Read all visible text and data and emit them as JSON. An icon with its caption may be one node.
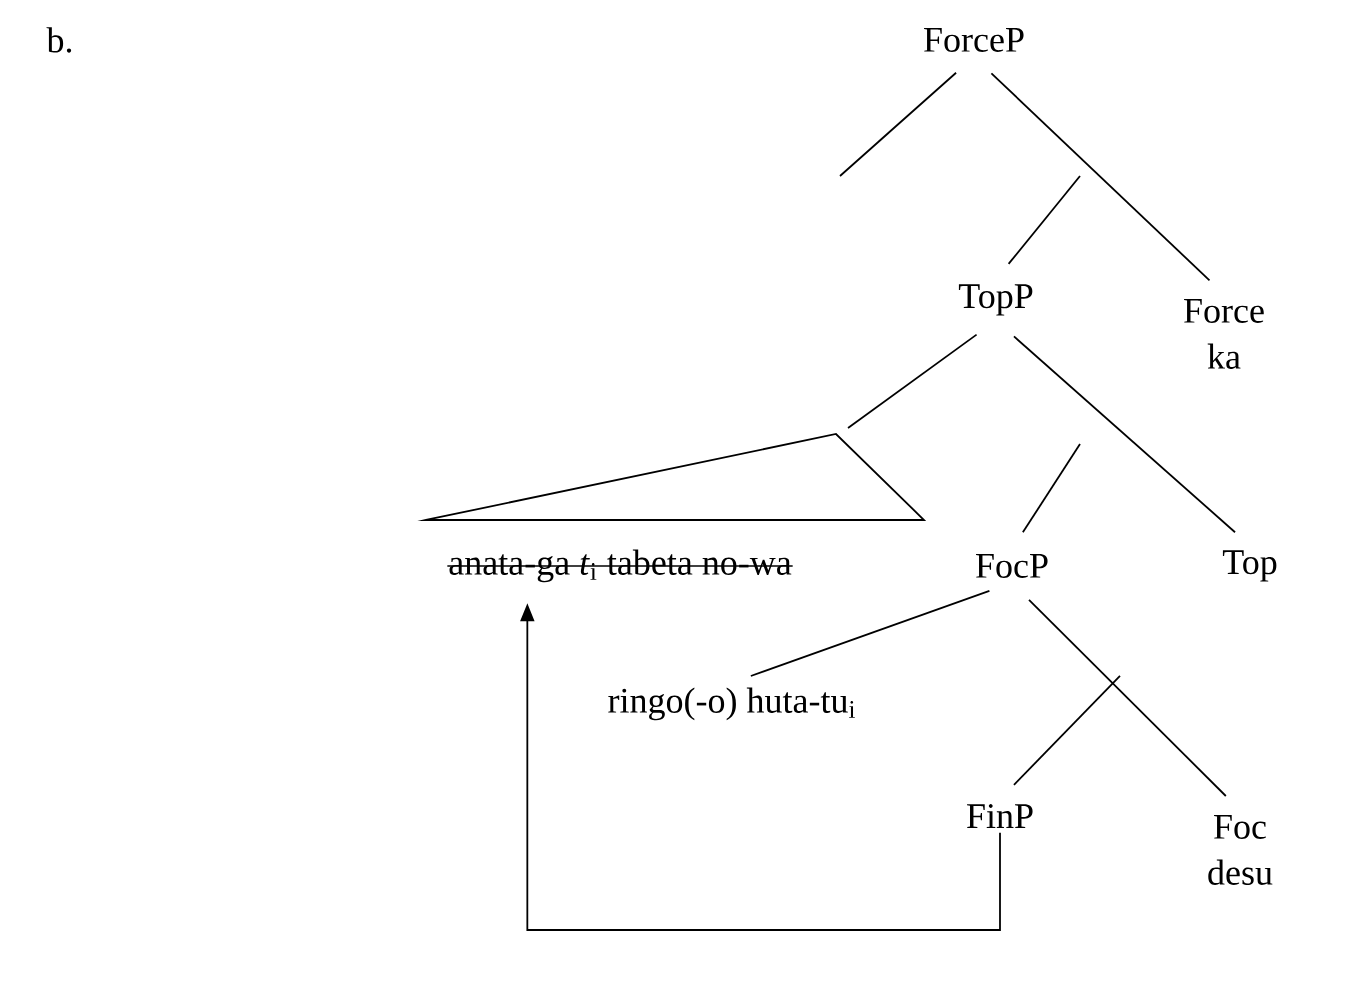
{
  "diagram": {
    "nodes": [
      {
        "text": [
          "ForceP"
        ]
      },
      {
        "text": [
          "TopP"
        ]
      },
      {
        "text": [
          "Force",
          "ka"
        ]
      },
      {
        "text": [
          "anata-ga *t*$_{i}$ tabeta no-wa"
        ]
      },
      {
        "text": [
          "FocP"
        ]
      },
      {
        "text": [
          "Top"
        ]
      },
      {
        "text": [
          "ringo(-o) huta-tu$_{i}$"
        ]
      },
      {
        "text": [
          "FinP"
        ]
      },
      {
        "text": [
          "Foc",
          "desu"
        ]
      }
    ],
    "edges": [
      {
        "from": 0,
        "to": null,
        "arrow": "none"
      },
      {
        "from": 0,
        "to": 2,
        "arrow": "none"
      },
      {
        "from": null,
        "to": 1,
        "arrow": "none"
      },
      {
        "from": 1,
        "to": 3,
        "arrow": "none"
      },
      {
        "from": 1,
        "to": 5,
        "arrow": "none"
      },
      {
        "from": null,
        "to": 4,
        "arrow": "none"
      },
      {
        "from": 4,
        "to": 6,
        "arrow": "none"
      },
      {
        "from": 4,
        "to": 8,
        "arrow": "none"
      },
      {
        "from": null,
        "to": 7,
        "arrow": "none"
      },
      {
        "from": 7,
        "to": 3,
        "arrow": "to"
      }
    ],
    "labels": [
      "b."
    ]
  }
}
